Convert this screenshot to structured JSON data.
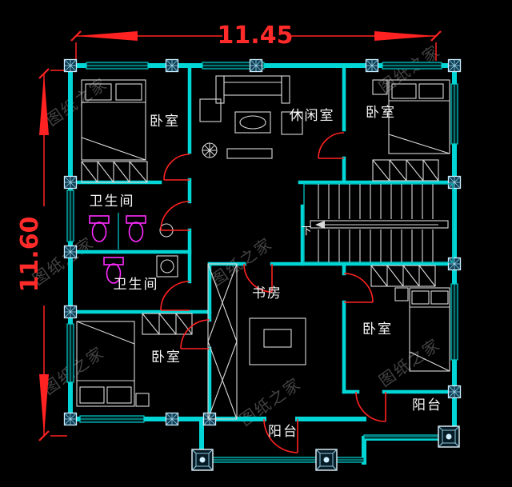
{
  "dimensions": {
    "width": "11.45",
    "height": "11.60"
  },
  "labels": {
    "bedroom_top_left": "卧室",
    "leisure_room": "休闲室",
    "bedroom_top_right": "卧室",
    "bathroom_upper": "卫生间",
    "bathroom_lower": "卫生间",
    "study": "书房",
    "bedroom_bottom_left": "卧室",
    "bedroom_bottom_right": "卧室",
    "balcony_center": "阳台",
    "balcony_right": "阳台",
    "stairs_down": "下"
  },
  "watermark": {
    "text": "图纸之家"
  },
  "colors": {
    "background": "#000000",
    "wall": "#00d6d6",
    "dimension": "#ff2222",
    "fixture": "#ff2bff",
    "furniture": "#d9d9d9",
    "label": "#f5f5f5",
    "watermark": "#4b4b4b"
  }
}
